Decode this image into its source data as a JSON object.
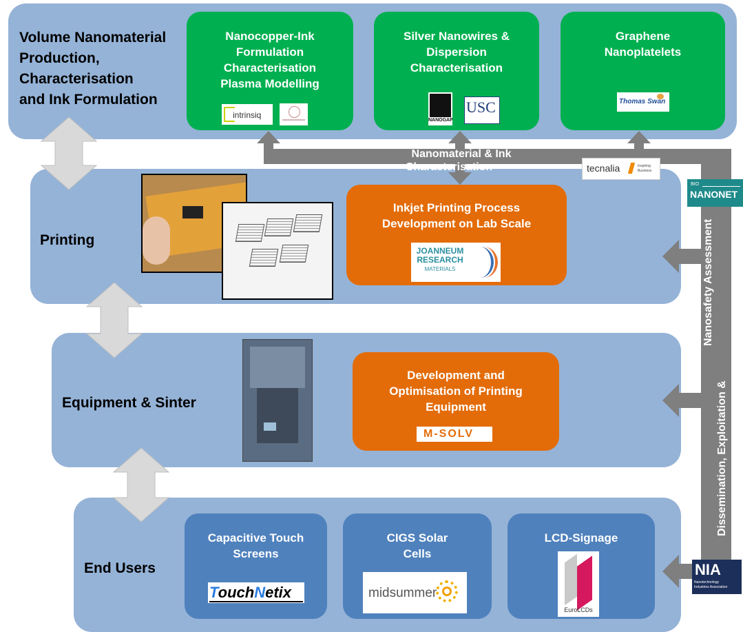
{
  "rows": {
    "volume": {
      "label_lines": [
        "Volume Nanomaterial",
        "Production,",
        "Characterisation",
        "and Ink Formulation"
      ]
    },
    "printing": {
      "label": "Printing"
    },
    "equipment": {
      "label": "Equipment & Sinter"
    },
    "end_users": {
      "label": "End Users"
    }
  },
  "boxes": {
    "nanocopper": {
      "lines": [
        "Nanocopper-Ink",
        "Formulation",
        "Characterisation",
        "Plasma Modelling"
      ]
    },
    "silver": {
      "lines": [
        "Silver Nanowires &",
        "Dispersion",
        "Characterisation"
      ]
    },
    "graphene": {
      "lines": [
        "Graphene",
        "Nanoplatelets"
      ]
    },
    "inkjet": {
      "lines": [
        "Inkjet Printing Process",
        "Development on Lab Scale"
      ]
    },
    "equipment_dev": {
      "lines": [
        "Development and",
        "Optimisation of Printing",
        "Equipment"
      ]
    },
    "touch": {
      "lines": [
        "Capacitive Touch",
        "Screens"
      ]
    },
    "cigs": {
      "lines": [
        "CIGS Solar",
        "Cells"
      ]
    },
    "lcd": {
      "lines": [
        "LCD-Signage"
      ]
    }
  },
  "connectors": {
    "characterisation_lines": [
      "Nanomaterial & Ink",
      "Characterisation"
    ],
    "side_bar_lines": [
      "Dissemination, Exploitation &",
      "Nanosafety Assessment"
    ]
  },
  "logos": {
    "intrinsiq": "intrinsiq",
    "nanogap": "NANOGAP",
    "usc": "USC",
    "thomas_swan": "Thomas Swan",
    "tecnalia": "tecnalia",
    "tecnalia_tag": "Inspiring Business",
    "bio_nanonet_small": "BIO",
    "bio_nanonet": "NANONET",
    "joanneum_lines": [
      "JOANNEUM",
      "RESEARCH",
      "MATERIALS"
    ],
    "msolv": "M-SOLV",
    "touchnetix_a": "T",
    "touchnetix_b": "ouch",
    "touchnetix_c": "N",
    "touchnetix_d": "etix",
    "midsummer": "midsummer",
    "eurolcds": "EuroLCDs",
    "nia": "NIA",
    "nia_tag_lines": [
      "Nanotechnology",
      "Industries Association"
    ]
  },
  "colors": {
    "band": "#95b3d7",
    "green": "#00b050",
    "orange": "#e36c09",
    "blue": "#4f81bd",
    "connector": "#7f7f7f",
    "arrow": "#d9d9d9"
  }
}
